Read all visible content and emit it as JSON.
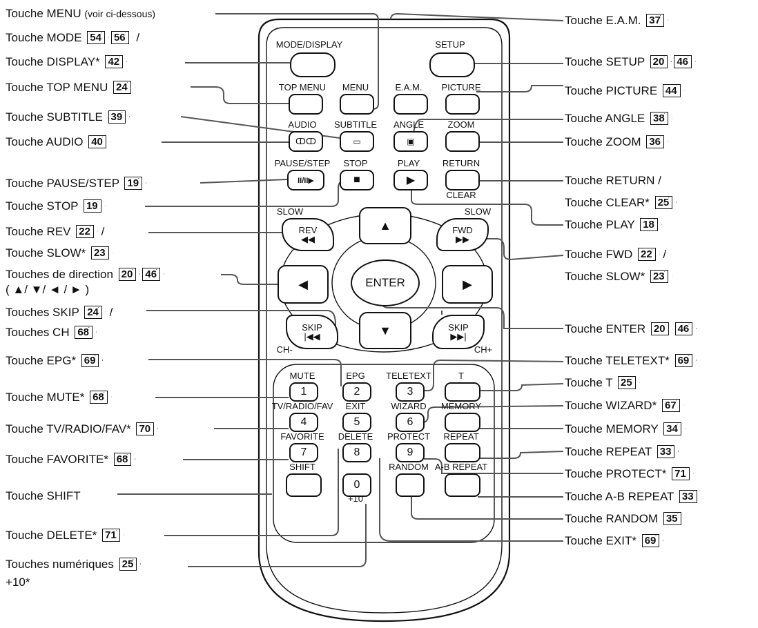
{
  "left_labels": [
    {
      "id": "menu",
      "text": "Touche MENU",
      "small": "(voir ci-dessous)",
      "pages": []
    },
    {
      "id": "mode",
      "text": "Touche MODE",
      "pages": [
        "54",
        "56"
      ],
      "suffix": " /"
    },
    {
      "id": "display",
      "text": "Touche DISPLAY*",
      "pages": [
        "42"
      ]
    },
    {
      "id": "topmenu",
      "text": "Touche TOP MENU",
      "pages": [
        "24"
      ]
    },
    {
      "id": "subtitle",
      "text": "Touche SUBTITLE",
      "pages": [
        "39"
      ]
    },
    {
      "id": "audio",
      "text": "Touche AUDIO",
      "pages": [
        "40"
      ]
    },
    {
      "id": "pause",
      "text": "Touche PAUSE/STEP",
      "pages": [
        "19"
      ]
    },
    {
      "id": "stop",
      "text": "Touche STOP",
      "pages": [
        "19"
      ]
    },
    {
      "id": "rev",
      "text": "Touche REV",
      "pages": [
        "22"
      ],
      "suffix": " /"
    },
    {
      "id": "slowl",
      "text": "Touche SLOW*",
      "pages": [
        "23"
      ]
    },
    {
      "id": "dir",
      "text": "Touches de direction",
      "pages": [
        "20",
        "46"
      ]
    },
    {
      "id": "dir2",
      "text": "( ▲/ ▼/ ◄ / ► )",
      "pages": []
    },
    {
      "id": "skip",
      "text": "Touches SKIP",
      "pages": [
        "24"
      ],
      "suffix": " /"
    },
    {
      "id": "ch",
      "text": "Touches CH",
      "pages": [
        "68"
      ]
    },
    {
      "id": "epg",
      "text": "Touche EPG*",
      "pages": [
        "69"
      ]
    },
    {
      "id": "mute",
      "text": "Touche MUTE*",
      "pages": [
        "68"
      ]
    },
    {
      "id": "tvradio",
      "text": "Touche TV/RADIO/FAV*",
      "pages": [
        "70"
      ]
    },
    {
      "id": "favorite",
      "text": "Touche FAVORITE*",
      "pages": [
        "68"
      ]
    },
    {
      "id": "shift",
      "text": "Touche SHIFT",
      "pages": []
    },
    {
      "id": "delete",
      "text": "Touche DELETE*",
      "pages": [
        "71"
      ]
    },
    {
      "id": "num",
      "text": "Touches numériques",
      "pages": [
        "25"
      ]
    },
    {
      "id": "num2",
      "text": "+10*",
      "pages": []
    }
  ],
  "right_labels": [
    {
      "id": "eam",
      "text": "Touche E.A.M.",
      "pages": [
        "37"
      ]
    },
    {
      "id": "setup",
      "text": "Touche SETUP",
      "pages": [
        "20",
        "46"
      ]
    },
    {
      "id": "picture",
      "text": "Touche PICTURE",
      "pages": [
        "44"
      ]
    },
    {
      "id": "angle",
      "text": "Touche ANGLE",
      "pages": [
        "38"
      ]
    },
    {
      "id": "zoom",
      "text": "Touche ZOOM",
      "pages": [
        "36"
      ]
    },
    {
      "id": "return",
      "text": "Touche RETURN /",
      "pages": []
    },
    {
      "id": "clear",
      "text": "Touche CLEAR*",
      "pages": [
        "25"
      ]
    },
    {
      "id": "play",
      "text": "Touche PLAY",
      "pages": [
        "18"
      ]
    },
    {
      "id": "fwd",
      "text": "Touche FWD",
      "pages": [
        "22"
      ],
      "suffix": " /"
    },
    {
      "id": "slowr",
      "text": "Touche SLOW*",
      "pages": [
        "23"
      ]
    },
    {
      "id": "enter",
      "text": "Touche ENTER",
      "pages": [
        "20",
        "46"
      ]
    },
    {
      "id": "teletext",
      "text": "Touche TELETEXT*",
      "pages": [
        "69"
      ]
    },
    {
      "id": "t",
      "text": "Touche T",
      "pages": [
        "25"
      ]
    },
    {
      "id": "wizard",
      "text": "Touche WIZARD*",
      "pages": [
        "67"
      ]
    },
    {
      "id": "memory",
      "text": "Touche MEMORY",
      "pages": [
        "34"
      ]
    },
    {
      "id": "repeat",
      "text": "Touche REPEAT",
      "pages": [
        "33"
      ]
    },
    {
      "id": "protect",
      "text": "Touche PROTECT*",
      "pages": [
        "71"
      ]
    },
    {
      "id": "abrepeat",
      "text": "Touche A-B REPEAT",
      "pages": [
        "33"
      ]
    },
    {
      "id": "random",
      "text": "Touche RANDOM",
      "pages": [
        "35"
      ]
    },
    {
      "id": "exit",
      "text": "Touche EXIT*",
      "pages": [
        "69"
      ]
    }
  ],
  "remote": {
    "top_labels": {
      "mode_display": "MODE/DISPLAY",
      "setup": "SETUP",
      "top_menu": "TOP MENU",
      "menu": "MENU",
      "eam": "E.A.M.",
      "picture": "PICTURE",
      "audio": "AUDIO",
      "subtitle": "SUBTITLE",
      "angle": "ANGLE",
      "zoom": "ZOOM",
      "pause_step": "PAUSE/STEP",
      "stop": "STOP",
      "play": "PLAY",
      "return": "RETURN",
      "clear": "CLEAR"
    },
    "nav_labels": {
      "slow_left": "SLOW",
      "slow_right": "SLOW",
      "rev": "REV",
      "fwd": "FWD",
      "enter": "ENTER",
      "skip_left": "SKIP",
      "skip_right": "SKIP",
      "ch_minus": "CH-",
      "ch_plus": "CH+"
    },
    "keypad": [
      {
        "top": "MUTE",
        "key": "1"
      },
      {
        "top": "EPG",
        "key": "2"
      },
      {
        "top": "TELETEXT",
        "key": "3"
      },
      {
        "top": "T",
        "key": ""
      },
      {
        "top": "TV/RADIO/FAV",
        "key": "4"
      },
      {
        "top": "EXIT",
        "key": "5"
      },
      {
        "top": "WIZARD",
        "key": "6"
      },
      {
        "top": "MEMORY",
        "key": ""
      },
      {
        "top": "FAVORITE",
        "key": "7"
      },
      {
        "top": "DELETE",
        "key": "8"
      },
      {
        "top": "PROTECT",
        "key": "9"
      },
      {
        "top": "REPEAT",
        "key": ""
      },
      {
        "top": "SHIFT",
        "key": ""
      },
      {
        "top": "",
        "key": "0"
      },
      {
        "top": "RANDOM",
        "key": ""
      },
      {
        "top": "A-B REPEAT",
        "key": ""
      }
    ],
    "plus10": "+10"
  }
}
